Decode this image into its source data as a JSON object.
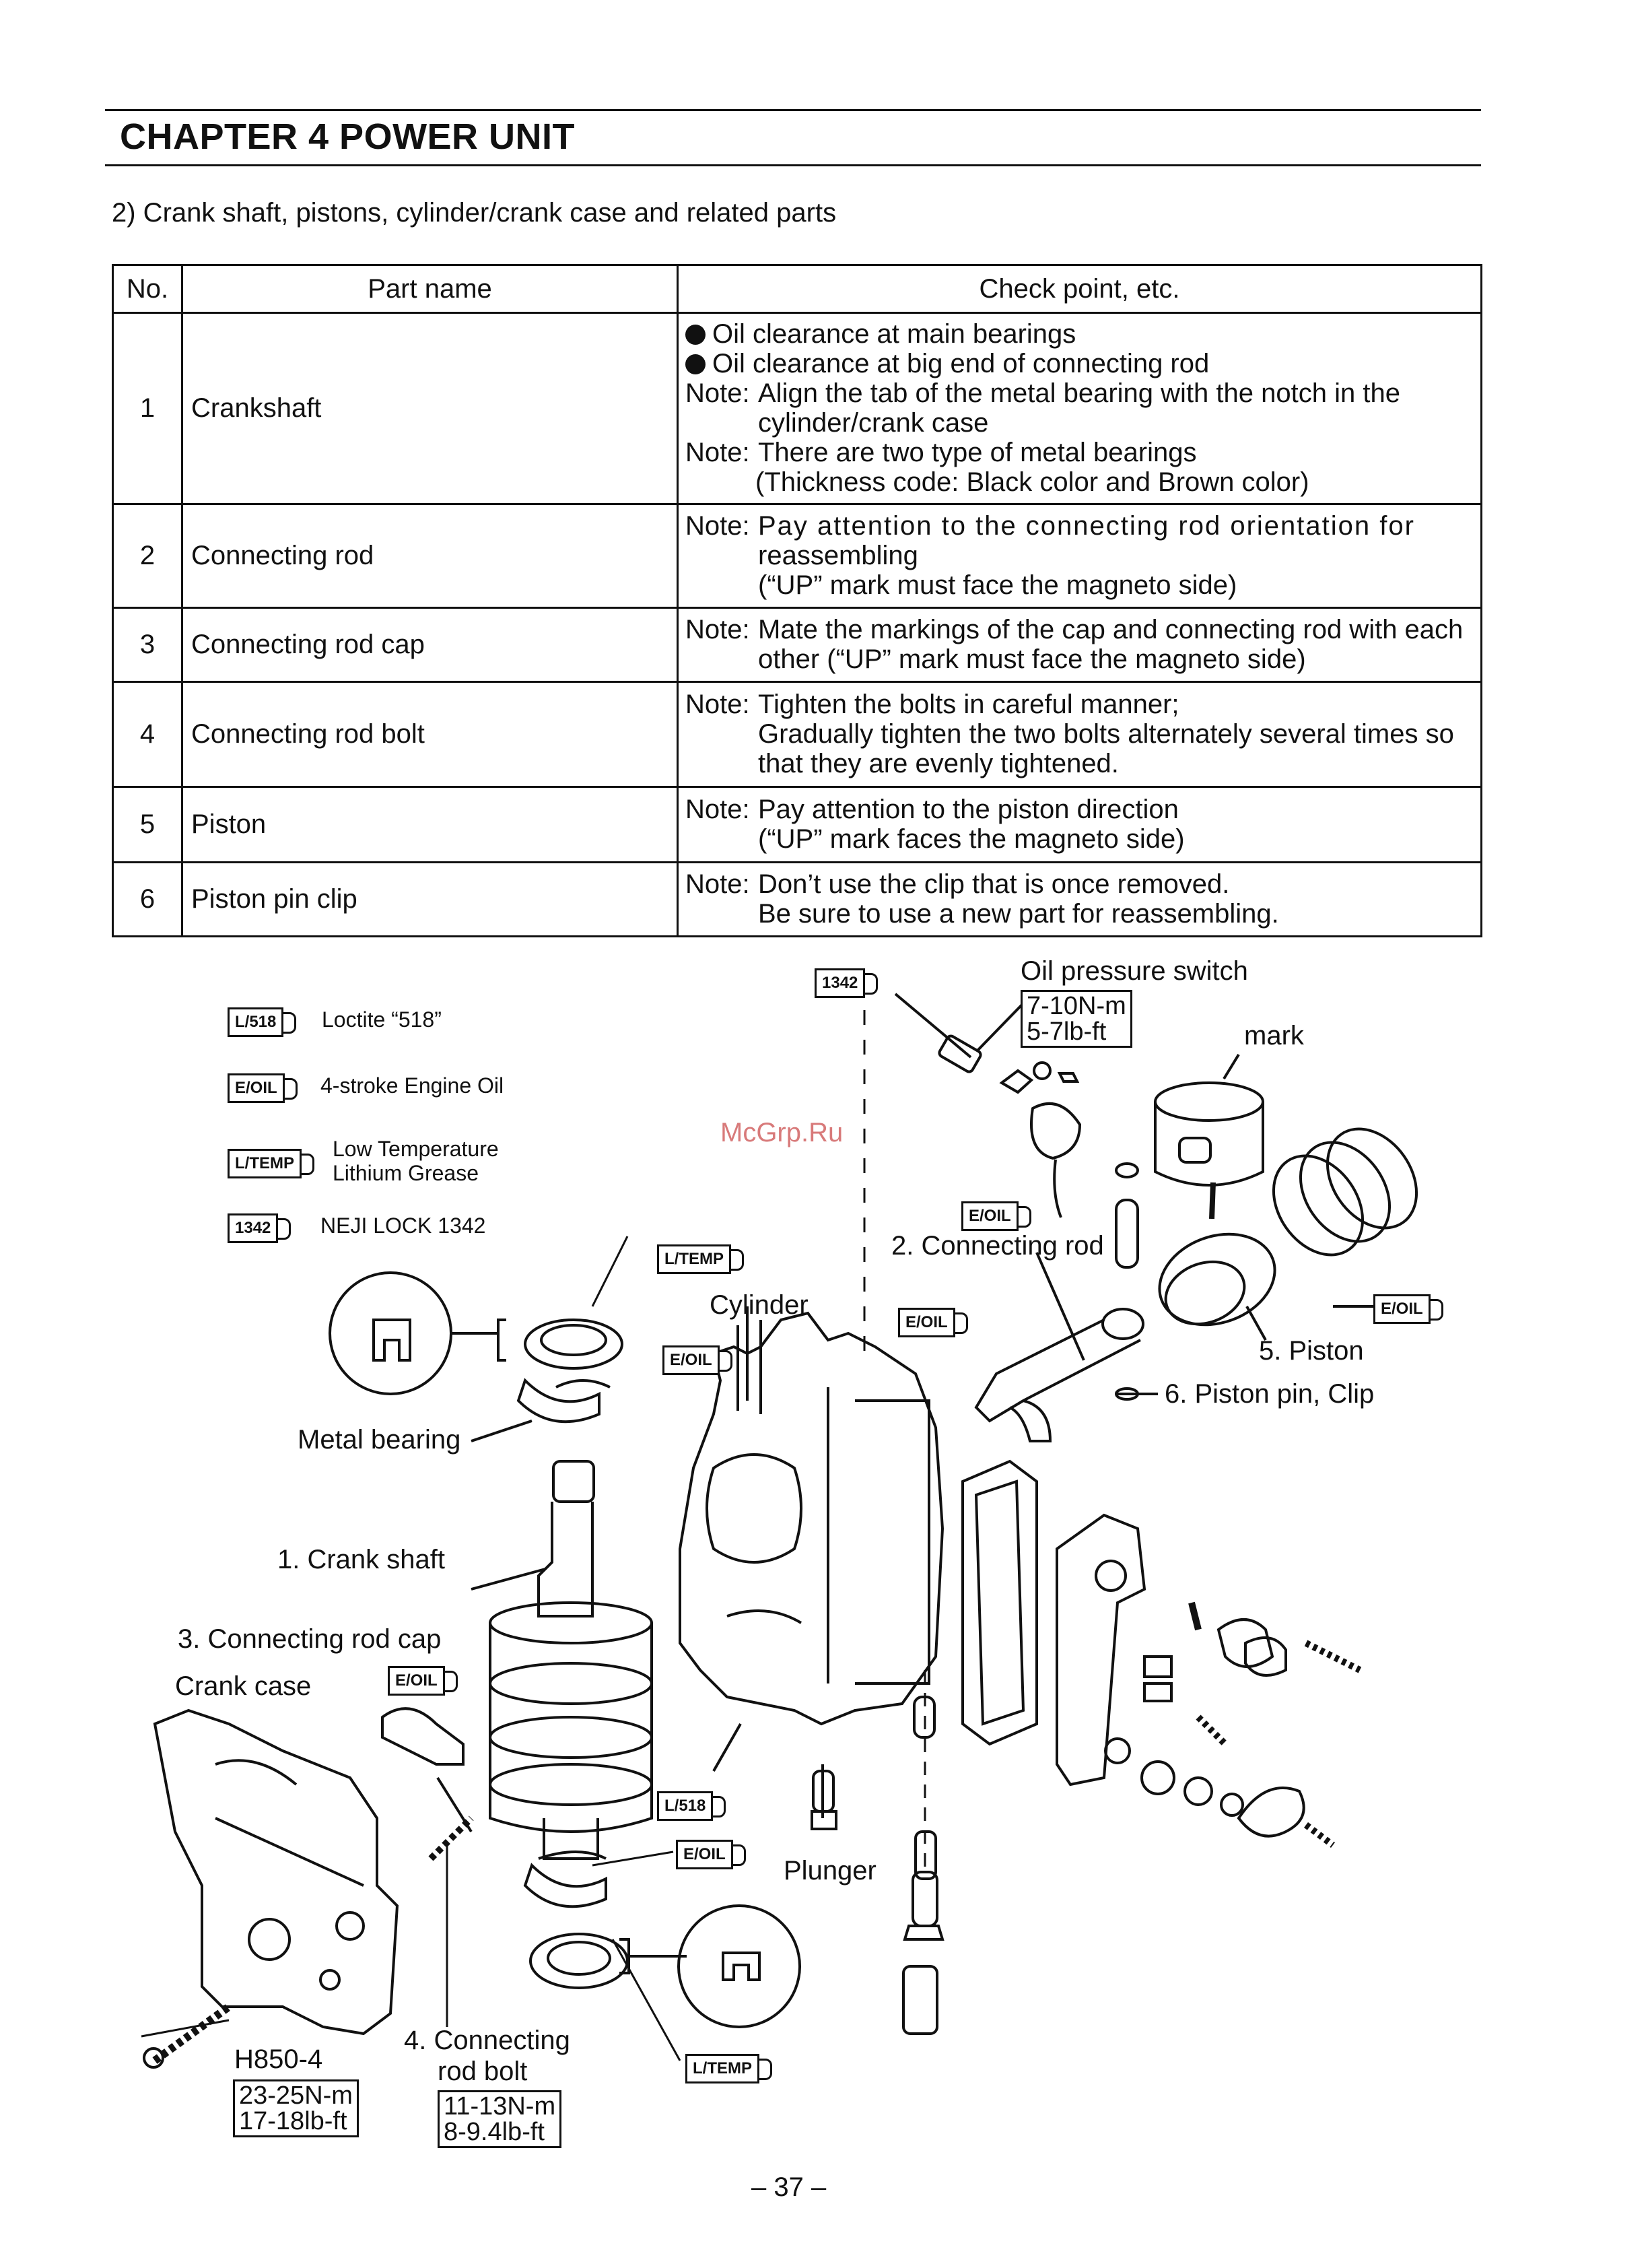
{
  "header": {
    "chapter_title": "CHAPTER 4  POWER UNIT",
    "section_title": "2) Crank shaft, pistons, cylinder/crank case and related parts"
  },
  "table": {
    "headers": [
      "No.",
      "Part name",
      "Check point, etc."
    ],
    "rows": [
      {
        "no": "1",
        "name": "Crankshaft",
        "check": {
          "bullet1": "Oil clearance at main bearings",
          "bullet2": "Oil clearance at big end of connecting rod",
          "note1_label": "Note:",
          "note1_a": "Align the tab of the metal bearing with the notch in the",
          "note1_b": "cylinder/crank case",
          "note2_label": "Note:",
          "note2_a": "There are two type of metal bearings",
          "note2_b": "(Thickness code: Black color and Brown color)"
        }
      },
      {
        "no": "2",
        "name": "Connecting rod",
        "check": {
          "note_label": "Note:",
          "line1": "Pay attention to the connecting rod orientation for",
          "line2": "reassembling",
          "line3": "(“UP” mark must face the magneto side)"
        }
      },
      {
        "no": "3",
        "name": "Connecting rod cap",
        "check": {
          "note_label": "Note:",
          "line1": "Mate the markings of the cap and connecting rod with each",
          "line2": "other (“UP” mark must face the magneto side)"
        }
      },
      {
        "no": "4",
        "name": "Connecting rod bolt",
        "check": {
          "note_label": "Note:",
          "line1": "Tighten the bolts in careful manner;",
          "line2": "Gradually tighten the two bolts alternately several times so",
          "line3": "that they are evenly tightened."
        }
      },
      {
        "no": "5",
        "name": "Piston",
        "check": {
          "note_label": "Note:",
          "line1": "Pay attention to the piston direction",
          "line2": "(“UP” mark faces the magneto side)"
        }
      },
      {
        "no": "6",
        "name": "Piston pin clip",
        "check": {
          "note_label": "Note:",
          "line1": "Don’t use the clip that is once removed.",
          "line2": "Be sure to use a new part for reassembling."
        }
      }
    ]
  },
  "legend": [
    {
      "tag": "L/518",
      "text": "Loctite “518”"
    },
    {
      "tag": "E/OIL",
      "text": "4-stroke Engine Oil"
    },
    {
      "tag": "L/TEMP",
      "text_line1": "Low Temperature",
      "text_line2": "Lithium Grease"
    },
    {
      "tag": "1342",
      "text": "NEJI LOCK 1342"
    }
  ],
  "diagram": {
    "tags": {
      "t1342": "1342",
      "ltemp": "L/TEMP",
      "eoil": "E/OIL",
      "l518": "L/518"
    },
    "labels": {
      "oil_pressure_switch": "Oil pressure switch",
      "mark": "mark",
      "connecting_rod": "2. Connecting rod",
      "cylinder": "Cylinder",
      "piston": "5. Piston",
      "piston_pin_clip": "6. Piston pin, Clip",
      "metal_bearing": "Metal bearing",
      "crank_shaft": "1. Crank shaft",
      "connecting_rod_cap": "3. Connecting rod cap",
      "crank_case": "Crank case",
      "plunger": "Plunger",
      "part_code": "H850-4",
      "connecting_rod_bolt_l1": "4. Connecting",
      "connecting_rod_bolt_l2": "rod bolt"
    },
    "torque": {
      "oil_switch_nm": "7-10N-m",
      "oil_switch_lbft": "5-7lb-ft",
      "case_nm": "23-25N-m",
      "case_lbft": "17-18lb-ft",
      "rodbolt_nm": "11-13N-m",
      "rodbolt_lbft": "8-9.4lb-ft"
    }
  },
  "watermark": "McGrp.Ru",
  "page_number": "– 37 –"
}
